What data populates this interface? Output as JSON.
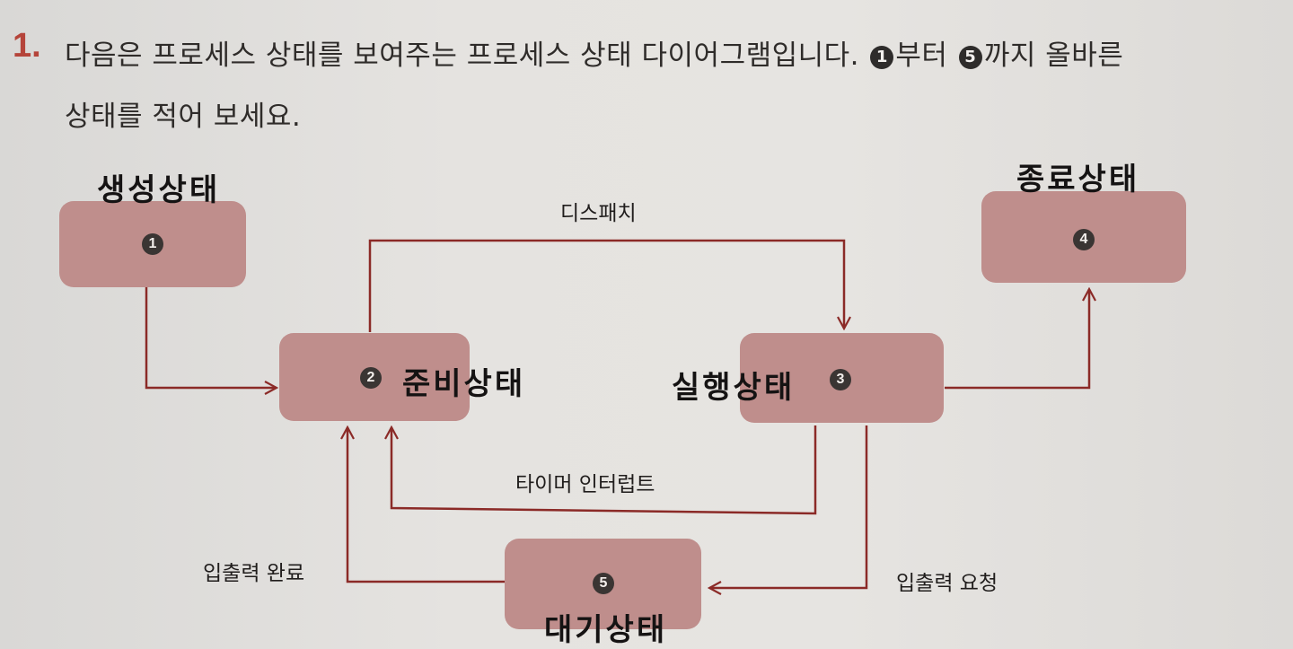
{
  "question": {
    "number": "1.",
    "line1_part1": "다음은 프로세스 상태를 보여주는 프로세스 상태 다이어그램입니다.",
    "circle_start": "1",
    "line1_part2": "부터",
    "circle_end": "5",
    "line1_part3": "까지 올바른",
    "line2": "상태를 적어 보세요."
  },
  "states": [
    {
      "number": "1",
      "answer": "생성상태"
    },
    {
      "number": "2",
      "answer": "준비상태"
    },
    {
      "number": "3",
      "answer": "실행상태"
    },
    {
      "number": "4",
      "answer": "종료상태"
    },
    {
      "number": "5",
      "answer": "대기상태"
    }
  ],
  "transitions": {
    "dispatch": "디스패치",
    "timer_interrupt": "타이머 인터럽트",
    "io_complete": "입출력 완료",
    "io_request": "입출력 요청"
  },
  "colors": {
    "box_fill": "#bf8e8c",
    "arrow": "#8b2a27",
    "question_number": "#b5443a"
  }
}
